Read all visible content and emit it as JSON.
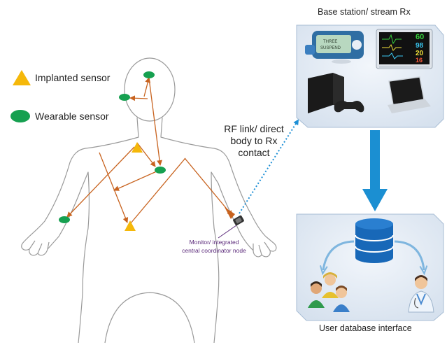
{
  "legend": {
    "implanted": "Implanted sensor",
    "wearable": "Wearable sensor"
  },
  "labels": {
    "rf_link": "RF link/ direct body to Rx contact",
    "monitor": "Monitor/ integrated central coordinator node",
    "base_station": "Base station/ stream Rx",
    "user_db": "User database interface"
  },
  "monitor_readout": [
    "60",
    "98",
    "20",
    "16"
  ],
  "device_screen": [
    "THREE",
    "SUSPEND"
  ],
  "colors": {
    "implanted_sensor": "#f5b80a",
    "wearable_sensor": "#16a050",
    "sensor_link": "#c8631f",
    "rf_link": "#1e90d6",
    "uplink_arrow": "#1b8fd2",
    "database": "#1868b8",
    "body_outline": "#9a9a9a"
  }
}
